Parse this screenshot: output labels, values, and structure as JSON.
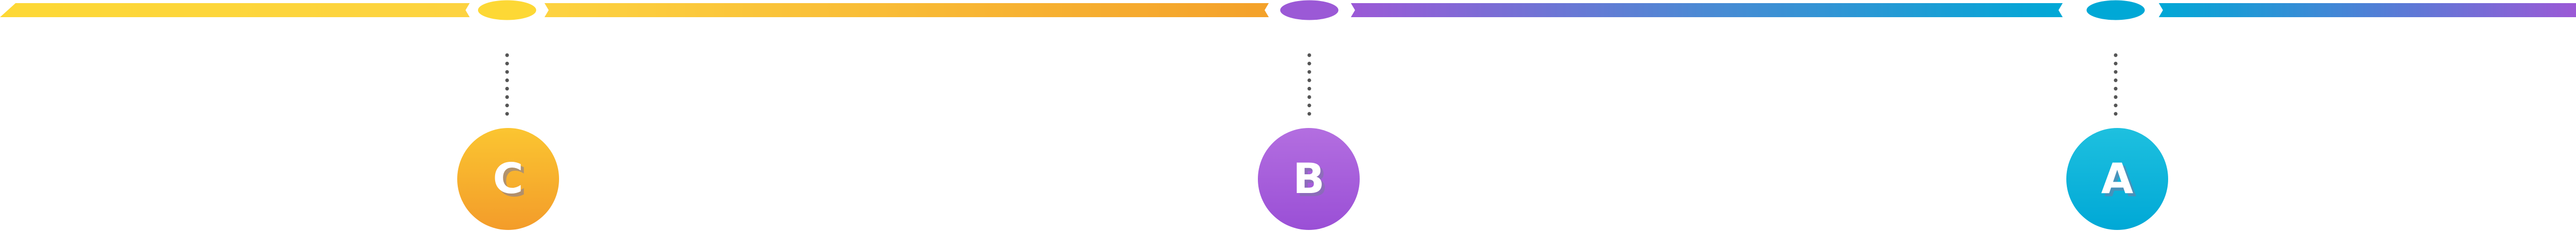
{
  "steps": [
    {
      "letter": "C",
      "color_top": "#fbc531",
      "color_bottom": "#f39c2a"
    },
    {
      "letter": "B",
      "color_top": "#b36ee0",
      "color_bottom": "#9a4fd6"
    },
    {
      "letter": "A",
      "color_top": "#1ec0df",
      "color_bottom": "#00a8d6"
    }
  ],
  "colors": {
    "yellow": "#fdd835",
    "orange": "#f4a12a",
    "purple": "#9b59d6",
    "blue": "#4a8ad4",
    "cyan": "#00a8d6",
    "connector": "#555555"
  }
}
